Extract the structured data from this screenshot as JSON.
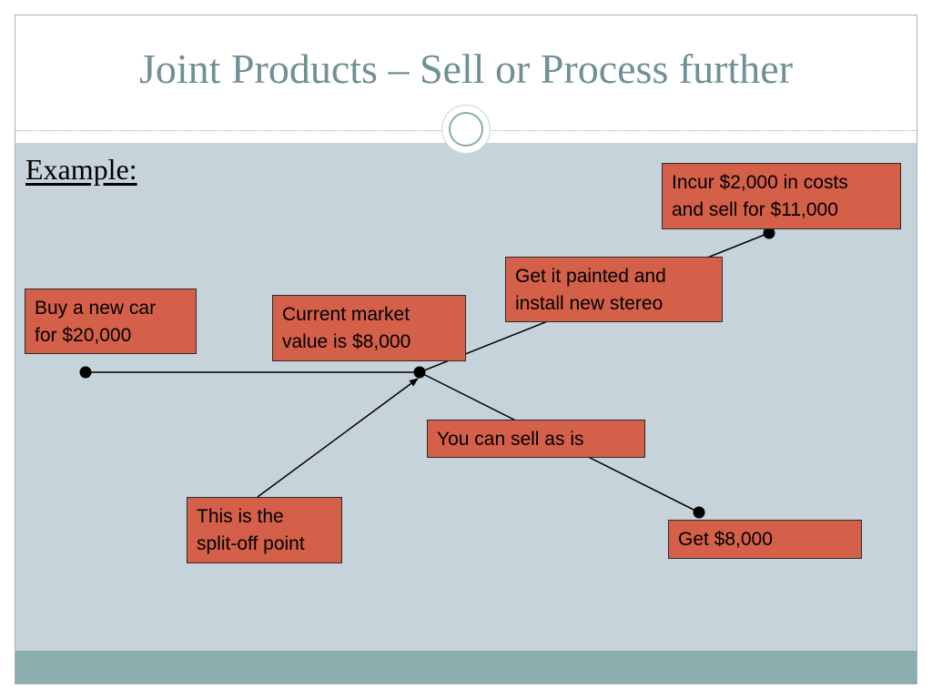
{
  "slide": {
    "title": "Joint Products – Sell or Process further",
    "subheading": "Example:"
  },
  "diagram": {
    "boxes": {
      "buy": "Buy a new car\nfor $20,000",
      "market_value": "Current market\nvalue is $8,000",
      "process": "Get it painted and\ninstall new stereo",
      "incur": "Incur $2,000 in costs\nand sell for $11,000",
      "sell_as_is": "You can sell as is",
      "split_off": "This is the\nsplit-off point",
      "get": "Get $8,000"
    }
  },
  "colors": {
    "title": "#6f9094",
    "box_fill": "#d4604a",
    "content_bg": "#c7d3da",
    "footer_band": "#8aadad"
  }
}
